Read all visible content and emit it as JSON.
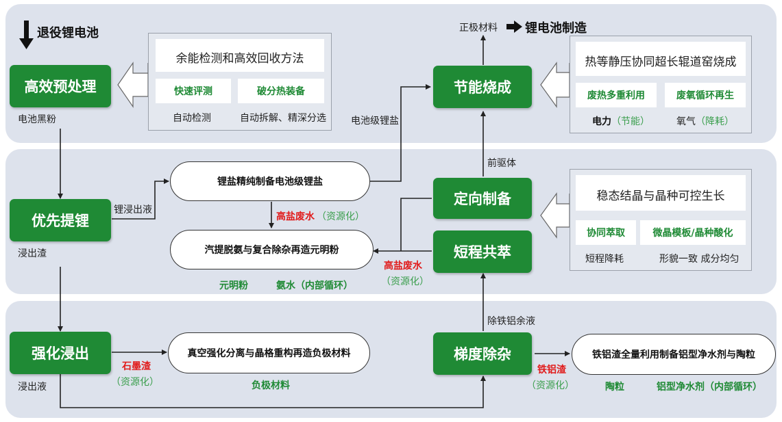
{
  "top": {
    "retired_label": "退役锂电池",
    "cathode_label": "正极材料",
    "manufacture_label": "锂电池制造"
  },
  "boxes": {
    "pretreat": "高效预处理",
    "lithium": "优先提锂",
    "leach": "强化浸出",
    "sinter": "节能烧成",
    "directed": "定向制备",
    "coextract": "短程共萃",
    "impurity": "梯度除杂"
  },
  "pills": {
    "li_salt": "锂盐精纯制备电池级锂盐",
    "glauber": "汽提脱氨与复合除杂再造元明粉",
    "anode": "真空强化分离与晶格重构再造负极材料",
    "fe_al": "铁铝渣全量利用制备铝型净水剂与陶粒"
  },
  "flow_labels": {
    "black_powder": "电池黑粉",
    "li_leachate": "锂浸出液",
    "leach_residue": "浸出渣",
    "leachate": "浸出液",
    "battery_li_salt": "电池级锂盐",
    "precursor": "前驱体",
    "fe_al_removal_liquid": "除铁铝余液"
  },
  "byproducts": {
    "high_salt_1": "高盐废水",
    "resource_1": "（资源化）",
    "high_salt_2": "高盐废水",
    "resource_2": "（资源化）",
    "glauber_salt": "元明粉",
    "ammonia": "氨水（内部循环）",
    "graphite_slag": "石墨渣",
    "resource_3": "（资源化）",
    "anode_material": "负极材料",
    "fe_al_slag": "铁铝渣",
    "resource_4": "（资源化）",
    "ceramsite": "陶粒",
    "al_purifier": "铝型净水剂（内部循环）"
  },
  "panels": {
    "p1": {
      "title": "余能检测和高效回收方法",
      "sub1": "快速评测",
      "sub2": "破分热装备",
      "note1": "自动检测",
      "note2": "自动拆解、精深分选"
    },
    "p2": {
      "title": "热等静压协同超长辊道窑烧成",
      "sub1": "废热多重利用",
      "sub2": "废氧循环再生",
      "note1_a": "电力",
      "note1_b": "（节能）",
      "note2_a": "氧气",
      "note2_b": "（降耗）"
    },
    "p3": {
      "title": "稳态结晶与晶种可控生长",
      "sub1": "协同萃取",
      "sub2": "微晶模板/晶种酸化",
      "note1": "短程降耗",
      "note2": "形貌一致 成分均匀"
    }
  },
  "colors": {
    "band": "#dde2ec",
    "green": "#1f8a35",
    "red": "#e11b1b"
  }
}
